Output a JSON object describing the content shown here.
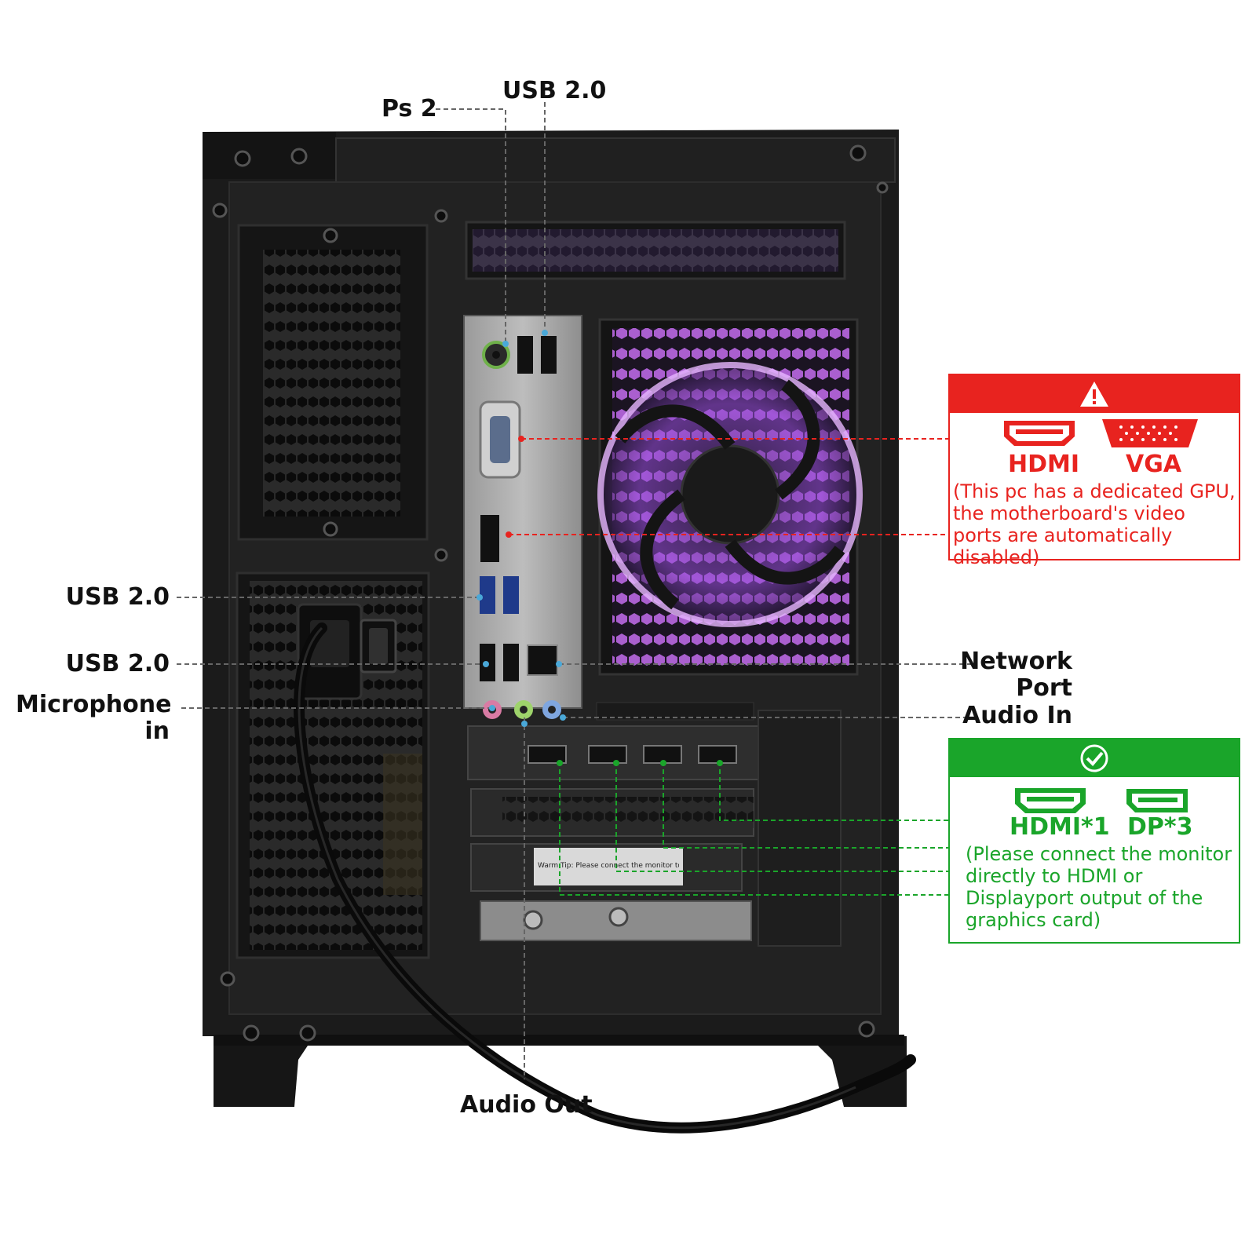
{
  "labels": {
    "ps2": "Ps 2",
    "usb_top": "USB 2.0",
    "usb_left_1": "USB 2.0",
    "usb_left_2": "USB 2.0",
    "microphone_line1": "Microphone",
    "microphone_line2": "in",
    "network_line1": "Network",
    "network_line2": "Port",
    "audio_in": "Audio In",
    "audio_out": "Audio Out"
  },
  "warning_panel": {
    "icon": "warning-triangle-icon",
    "port1": "HDMI",
    "port2": "VGA",
    "note": "(This pc has a dedicated GPU, the motherboard's video ports are automatically disabled)",
    "color": "#e8231f"
  },
  "ok_panel": {
    "icon": "check-circle-icon",
    "port1": "HDMI*1",
    "port2": "DP*3",
    "note": "(Please connect the monitor directly to HDMI or Displayport output of the graphics card)",
    "color": "#1aa52a"
  },
  "card_sticker": "Warm Tip: Please connect the monitor to the video card"
}
